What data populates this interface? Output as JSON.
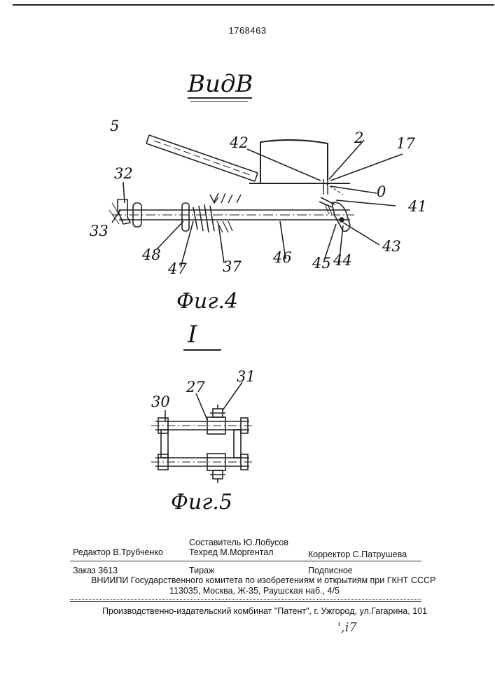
{
  "header": {
    "patent_number": "1768463"
  },
  "figure4": {
    "view_title": "ВидВ",
    "caption": "Фиг.4",
    "labels": {
      "l5": "5",
      "l42": "42",
      "l2": "2",
      "l17": "17",
      "l32": "32",
      "l0": "0",
      "l41": "41",
      "l33": "33",
      "l43": "43",
      "l48": "48",
      "l47": "47",
      "l37": "37",
      "l46": "46",
      "l45": "45",
      "l44": "44"
    }
  },
  "figure5": {
    "section_title": "I",
    "caption": "Фиг.5",
    "labels": {
      "l27": "27",
      "l31": "31",
      "l30": "30"
    }
  },
  "colophon": {
    "editor": "Редактор  В.Трубченко",
    "compiler": "Составитель Ю.Лобусов",
    "techred": "Техред М.Моргентал",
    "corrector": "Корректор   С.Патрушева",
    "order": "Заказ  3613",
    "circulation": "Тираж",
    "subscription": "Подписное",
    "vniipi": "ВНИИПИ Государственного комитета по изобретениям и открытиям при ГКНТ СССР",
    "address": "113035, Москва, Ж-35, Раушская наб., 4/5",
    "publisher": "Производственно-издательский комбинат \"Патент\", г. Ужгород, ул.Гагарина, 101"
  },
  "handwritten_mark": "',i7"
}
